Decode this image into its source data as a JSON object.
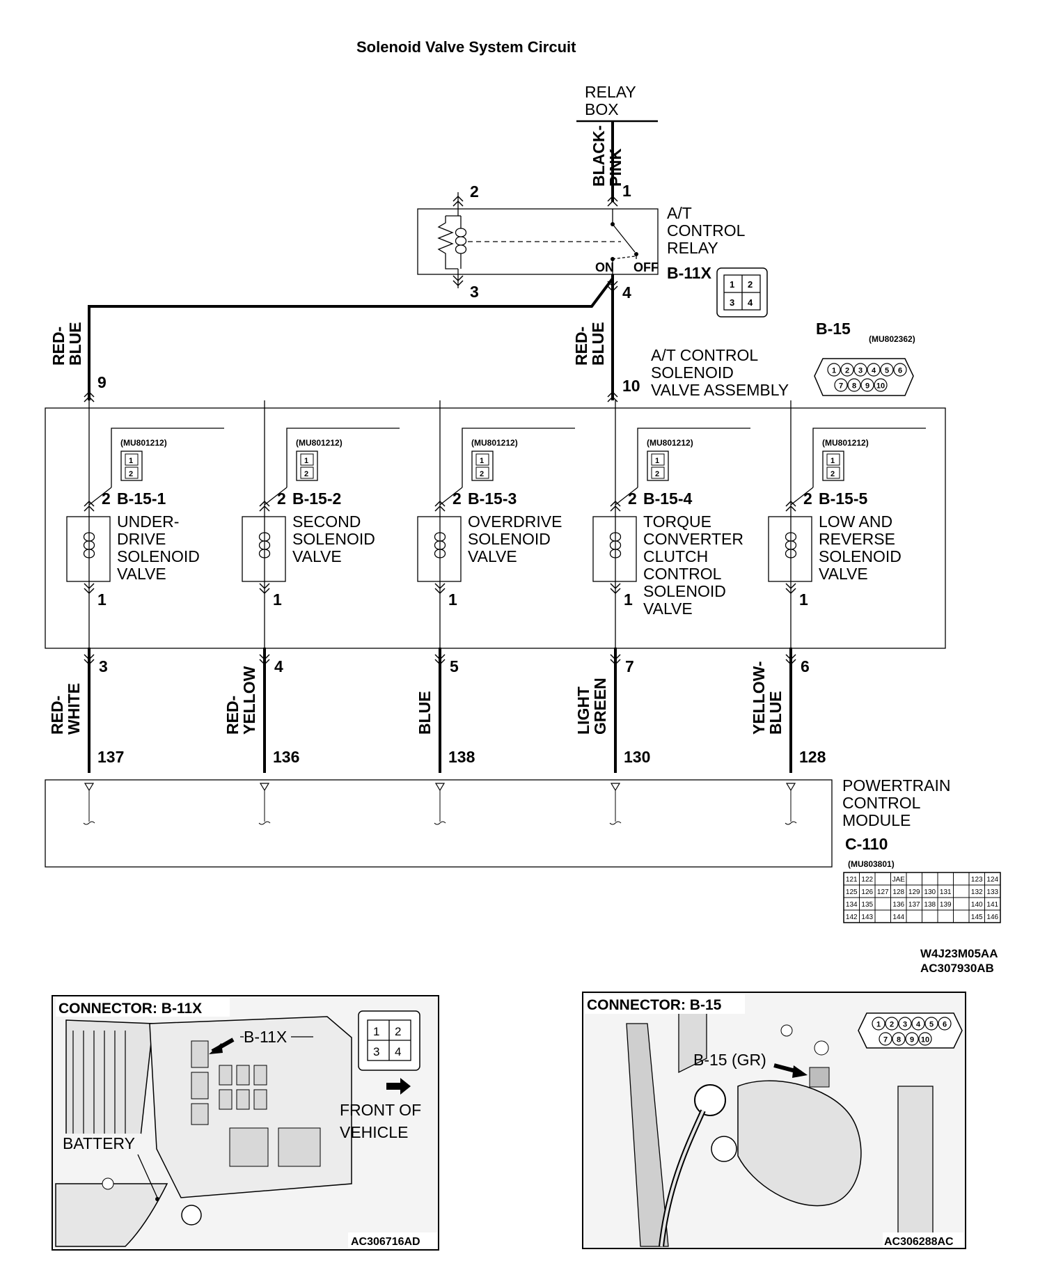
{
  "title": "Solenoid Valve System Circuit",
  "relay_box": [
    "RELAY",
    "BOX"
  ],
  "relay": {
    "name": [
      "A/T",
      "CONTROL",
      "RELAY"
    ],
    "connector": "B-11X",
    "pins": {
      "p1": "1",
      "p2": "2",
      "p3": "3",
      "p4": "4"
    },
    "on_label": "ON",
    "off_label": "OFF",
    "pin_grid": [
      "1",
      "2",
      "3",
      "4"
    ]
  },
  "wires_top": {
    "relay_input": [
      "BLACK-",
      "PINK"
    ],
    "left_feed": [
      "RED-",
      "BLUE"
    ],
    "right_feed": [
      "RED-",
      "BLUE"
    ]
  },
  "solenoid_assembly": {
    "name": [
      "A/T CONTROL",
      "SOLENOID",
      "VALVE ASSEMBLY"
    ],
    "connector": "B-15",
    "part_no": "(MU802362)",
    "pin9": "9",
    "pin10": "10",
    "pins": [
      "1",
      "2",
      "3",
      "4",
      "5",
      "6",
      "7",
      "8",
      "9",
      "10"
    ]
  },
  "solenoids": [
    {
      "connector": "B-15-1",
      "part_no": "(MU801212)",
      "pin_top": "2",
      "pin_bottom": "1",
      "name": [
        "UNDER-",
        "DRIVE",
        "SOLENOID",
        "VALVE"
      ],
      "out_pin": "3",
      "wire": [
        "RED-",
        "WHITE"
      ],
      "pcm_pin": "137",
      "grid": [
        "1",
        "2"
      ]
    },
    {
      "connector": "B-15-2",
      "part_no": "(MU801212)",
      "pin_top": "2",
      "pin_bottom": "1",
      "name": [
        "SECOND",
        "SOLENOID",
        "VALVE"
      ],
      "out_pin": "4",
      "wire": [
        "RED-",
        "YELLOW"
      ],
      "pcm_pin": "136",
      "grid": [
        "1",
        "2"
      ]
    },
    {
      "connector": "B-15-3",
      "part_no": "(MU801212)",
      "pin_top": "2",
      "pin_bottom": "1",
      "name": [
        "OVERDRIVE",
        "SOLENOID",
        "VALVE"
      ],
      "out_pin": "5",
      "wire": [
        "BLUE"
      ],
      "pcm_pin": "138",
      "grid": [
        "1",
        "2"
      ]
    },
    {
      "connector": "B-15-4",
      "part_no": "(MU801212)",
      "pin_top": "2",
      "pin_bottom": "1",
      "name": [
        "TORQUE",
        "CONVERTER",
        "CLUTCH",
        "CONTROL",
        "SOLENOID",
        "VALVE"
      ],
      "out_pin": "7",
      "wire": [
        "LIGHT",
        "GREEN"
      ],
      "pcm_pin": "130",
      "grid": [
        "1",
        "2"
      ]
    },
    {
      "connector": "B-15-5",
      "part_no": "(MU801212)",
      "pin_top": "2",
      "pin_bottom": "1",
      "name": [
        "LOW AND",
        "REVERSE",
        "SOLENOID",
        "VALVE"
      ],
      "out_pin": "6",
      "wire": [
        "YELLOW-",
        "BLUE"
      ],
      "pcm_pin": "128",
      "grid": [
        "1",
        "2"
      ]
    }
  ],
  "pcm": {
    "name": [
      "POWERTRAIN",
      "CONTROL",
      "MODULE"
    ],
    "connector": "C-110",
    "part_no": "(MU803801)",
    "grid_rows": [
      [
        "121",
        "122",
        "",
        "JAE",
        "",
        "",
        "",
        "",
        "123",
        "124"
      ],
      [
        "125",
        "126",
        "127",
        "128",
        "129",
        "130",
        "131",
        "",
        "132",
        "133"
      ],
      [
        "134",
        "135",
        "",
        "136",
        "137",
        "138",
        "139",
        "",
        "140",
        "141"
      ],
      [
        "142",
        "143",
        "",
        "144",
        "",
        "",
        "",
        "",
        "145",
        "146"
      ]
    ]
  },
  "figure_codes": [
    "W4J23M05AA",
    "AC307930AB"
  ],
  "photo_left": {
    "title": "CONNECTOR: B-11X",
    "callout": "B-11X",
    "battery": "BATTERY",
    "front": [
      "FRONT OF",
      "VEHICLE"
    ],
    "code": "AC306716AD",
    "grid": [
      "1",
      "2",
      "3",
      "4"
    ]
  },
  "photo_right": {
    "title": "CONNECTOR: B-15",
    "callout": "B-15 (GR)",
    "code": "AC306288AC",
    "pins": [
      "1",
      "2",
      "3",
      "4",
      "5",
      "6",
      "7",
      "8",
      "9",
      "10"
    ]
  }
}
